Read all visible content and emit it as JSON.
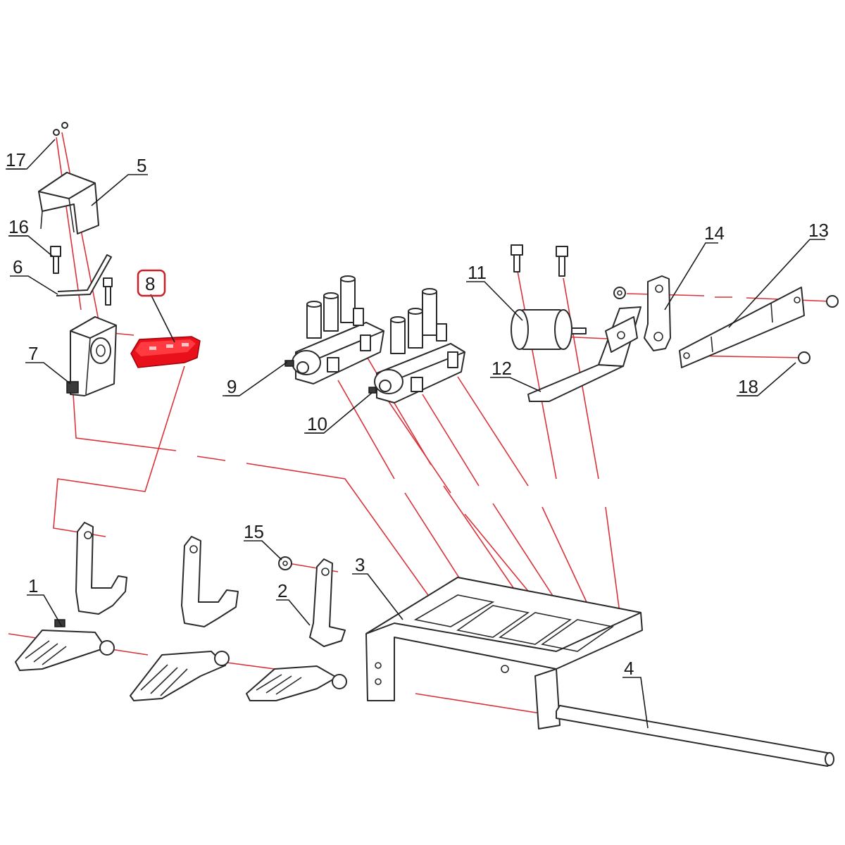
{
  "diagram": {
    "colors": {
      "line": "#1a1a1a",
      "assembly_line": "#d9323a",
      "highlight": "#e8101a",
      "highlight_box": "#cc1e26",
      "background": "#ffffff"
    },
    "callouts": {
      "c1": "1",
      "c2": "2",
      "c3": "3",
      "c4": "4",
      "c5": "5",
      "c6": "6",
      "c7": "7",
      "c8": "8",
      "c9": "9",
      "c10": "10",
      "c11": "11",
      "c12": "12",
      "c13": "13",
      "c14": "14",
      "c15": "15",
      "c16": "16",
      "c17": "17",
      "c18": "18"
    },
    "highlighted_part": "8"
  }
}
